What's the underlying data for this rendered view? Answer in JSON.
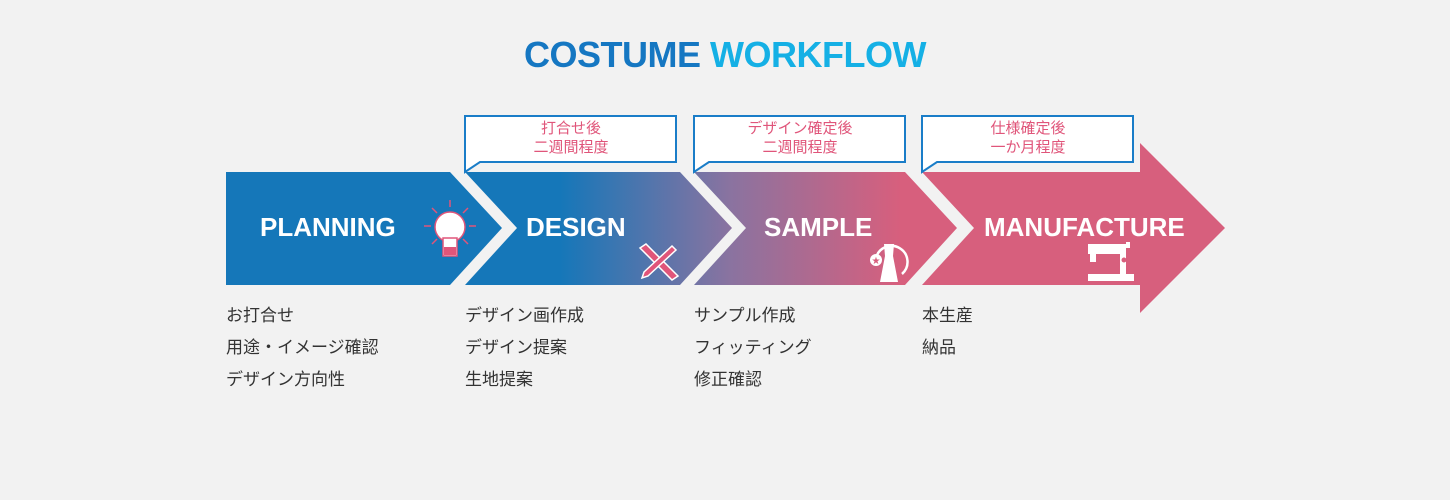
{
  "title": {
    "part1": "COSTUME",
    "part2": "WORKFLOW"
  },
  "colors": {
    "blue": "#1577c2",
    "light_blue": "#15b0e5",
    "pink": "#d75f7d",
    "callout_text": "#e0557a"
  },
  "steps": [
    {
      "label": "PLANNING",
      "icon": "lightbulb-icon",
      "items": [
        "お打合せ",
        "用途・イメージ確認",
        "デザイン方向性"
      ]
    },
    {
      "label": "DESIGN",
      "icon": "pencil-ruler-icon",
      "callout": [
        "打合せ後",
        "二週間程度"
      ],
      "items": [
        "デザイン画作成",
        "デザイン提案",
        "生地提案"
      ]
    },
    {
      "label": "SAMPLE",
      "icon": "dress-form-icon",
      "callout": [
        "デザイン確定後",
        "二週間程度"
      ],
      "items": [
        "サンプル作成",
        "フィッティング",
        "修正確認"
      ]
    },
    {
      "label": "MANUFACTURE",
      "icon": "sewing-machine-icon",
      "callout": [
        "仕様確定後",
        "一か月程度"
      ],
      "items": [
        "本生産",
        "納品"
      ]
    }
  ]
}
